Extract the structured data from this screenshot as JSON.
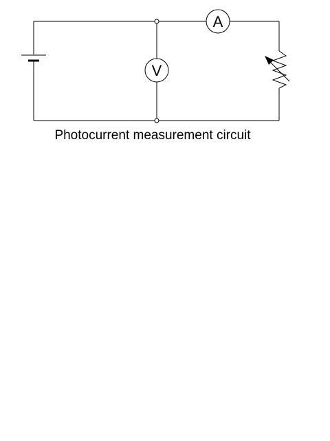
{
  "diagram": {
    "caption": "Photocurrent measurement circuit",
    "components": {
      "ammeter": {
        "symbol": "A"
      },
      "voltmeter": {
        "symbol": "V"
      },
      "battery": {
        "kind": "dc-cell"
      },
      "rheostat": {
        "kind": "variable-resistor"
      }
    },
    "color": "#000000"
  }
}
